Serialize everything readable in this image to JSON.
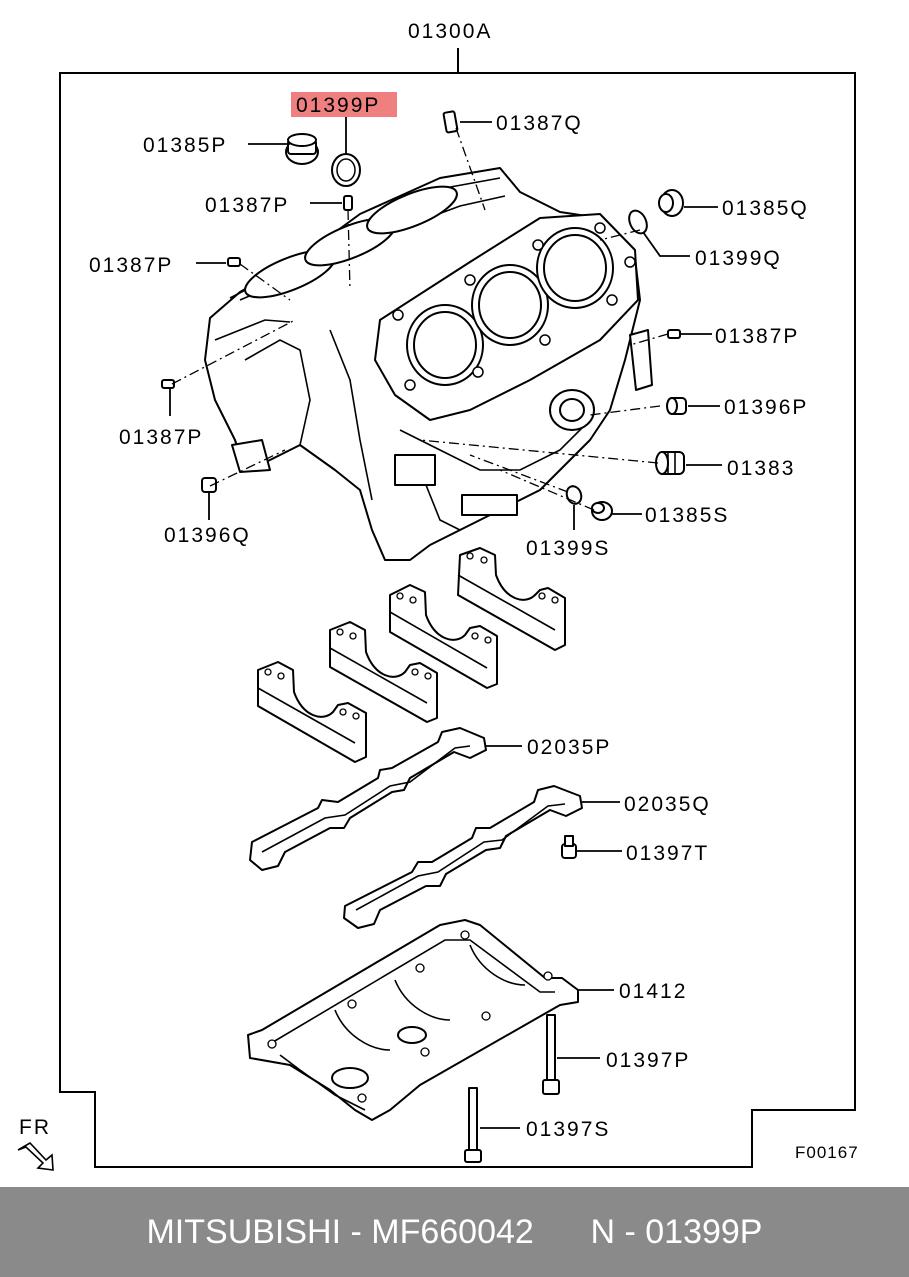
{
  "labels": {
    "assembly": "01300A",
    "plug_p": "01385P",
    "oring_p": "01399P",
    "pin_q": "01387Q",
    "pin_p": "01387P",
    "plug_q": "01385Q",
    "oring_q": "01399Q",
    "bushing_p": "01396P",
    "bushing_main": "01383",
    "bushing_q": "01396Q",
    "oring_s": "01399S",
    "plug_s": "01385S",
    "gasket_p": "02035P",
    "gasket_q": "02035Q",
    "bolt_t": "01397T",
    "bedplate": "01412",
    "bolt_p": "01397P",
    "bolt_s": "01397S",
    "front": "FR",
    "figure_code": "F00167"
  },
  "footer": {
    "text": "MITSUBISHI - MF660042      N - 01399P"
  },
  "colors": {
    "highlight": "#f08080",
    "footer_bg": "#8a8a8a"
  }
}
